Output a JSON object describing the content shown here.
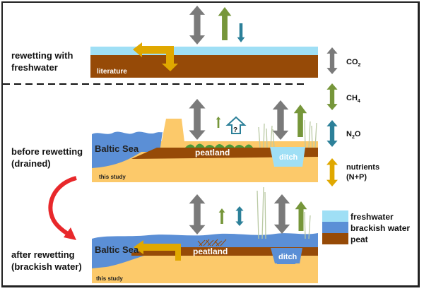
{
  "colors": {
    "freshwater": "#9fdff5",
    "brackish_water": "#5b8fd6",
    "peat": "#964a07",
    "sand": "#fcc96a",
    "co2": "#7a7a7a",
    "ch4": "#76963a",
    "n2o": "#2c8099",
    "nutrients": "#e0a800",
    "transition_arrow": "#e8282b",
    "grass": "#4a9a3a",
    "reed": "#b9c9a3"
  },
  "scenes": {
    "top": {
      "label_line1": "rewetting  with",
      "label_line2": "freshwater",
      "source_label": "literature"
    },
    "middle": {
      "label_line1": "before rewetting",
      "label_line2": "(drained)",
      "sea_label": "Baltic Sea",
      "peatland_label": "peatland",
      "ditch_label": "ditch",
      "source_label": "this study",
      "unknown_flux_symbol": "?"
    },
    "bottom": {
      "label_line1": "after rewetting",
      "label_line2": "(brackish water)",
      "sea_label": "Baltic Sea",
      "peatland_label": "peatland",
      "ditch_label": "ditch",
      "source_label": "this study"
    }
  },
  "legend_fluxes": [
    {
      "id": "co2",
      "label": "CO",
      "sub": "2",
      "arrow": "double"
    },
    {
      "id": "ch4",
      "label": "CH",
      "sub": "4",
      "arrow": "double"
    },
    {
      "id": "n2o",
      "label": "N",
      "sub": "2",
      "suffix": "O",
      "arrow": "double"
    },
    {
      "id": "nutrients",
      "label_line1": "nutrients",
      "label_line2": "(N+P)",
      "arrow": "double"
    }
  ],
  "legend_layers": [
    {
      "id": "freshwater",
      "label": "freshwater"
    },
    {
      "id": "brackish_water",
      "label": "brackish water"
    },
    {
      "id": "peat",
      "label": "peat"
    }
  ]
}
